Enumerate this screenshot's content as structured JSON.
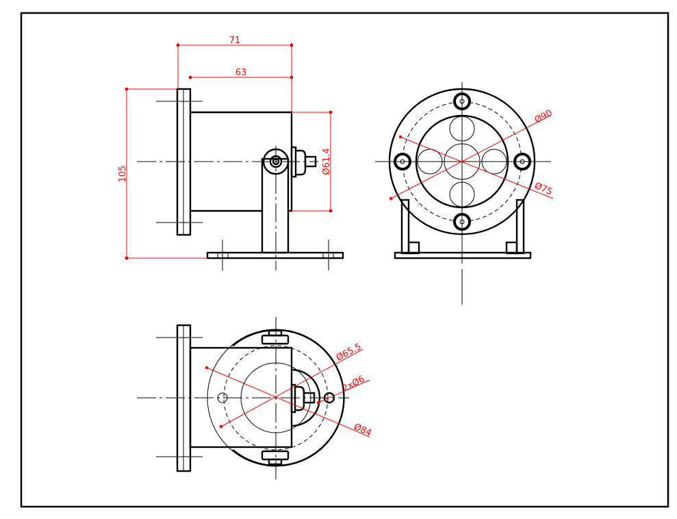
{
  "drawing": {
    "views": [
      "side-view",
      "front-view",
      "top-view"
    ],
    "dimensions": {
      "overall_length": "71",
      "body_length": "63",
      "overall_height": "105",
      "body_diameter": "Ø61.4",
      "flange_diameter": "Ø90",
      "bolt_circle_diameter": "Ø75",
      "inner_diameter": "Ø65.5",
      "holes": "2xØ6",
      "base_circle_diameter": "Ø84"
    },
    "colors": {
      "line": "#000000",
      "dimension": "#ff0000"
    }
  }
}
